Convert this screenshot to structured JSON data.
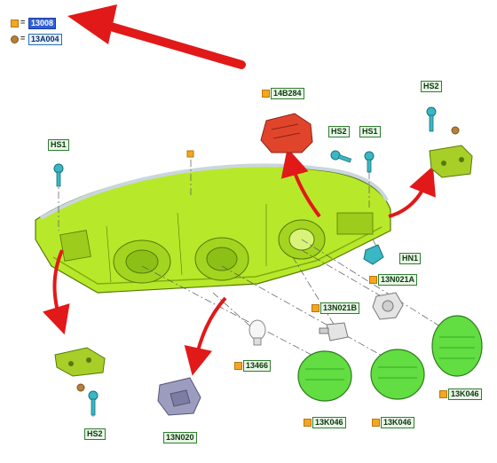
{
  "legend": [
    {
      "symbol": "square-orange",
      "eq": "=",
      "code": "13008"
    },
    {
      "symbol": "dot-brown",
      "eq": "=",
      "code": "13A004"
    }
  ],
  "labels": {
    "hs1_left": "HS1",
    "b14284": "14B284",
    "hs2_mid": "HS2",
    "hs1_mid": "HS1",
    "hs2_right": "HS2",
    "hn1": "HN1",
    "n021a": "13N021A",
    "n021b": "13N021B",
    "k046_right": "13K046",
    "k046_mid": "13K046",
    "k046_left": "13K046",
    "n466": "13466",
    "n020": "13N020",
    "hs2_bottom": "HS2"
  },
  "colors": {
    "housing": "#b8e82a",
    "housing_dark": "#7fae12",
    "cover": "#62dd42",
    "module": "#e0452b",
    "bracket": "#a7cf28",
    "screw": "#3ab7c5",
    "arrow": "#e11919",
    "bracket_grey": "#9c9cbf"
  }
}
